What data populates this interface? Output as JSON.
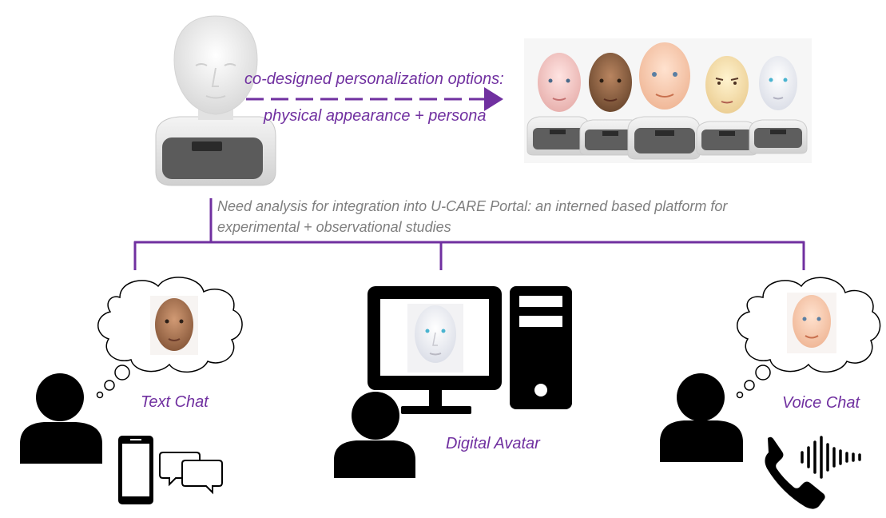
{
  "header": {
    "personalization_line1": "co-designed personalization options:",
    "personalization_line2": "physical appearance + persona"
  },
  "need_analysis": {
    "line1": "Need analysis for integration into U-CARE Portal: an interned based platform for",
    "line2": "experimental + observational studies"
  },
  "modalities": {
    "text_chat": "Text Chat",
    "digital_avatar": "Digital Avatar",
    "voice_chat": "Voice Chat"
  },
  "colors": {
    "accent": "#7030a0",
    "note_gray": "#7f7f7f",
    "icon_black": "#000000"
  },
  "icons": [
    "robot-head-photo",
    "robot-variants-photo",
    "person-icon",
    "smartphone-icon",
    "chat-bubbles-icon",
    "desktop-computer-icon",
    "phone-icon",
    "sound-wave-icon",
    "thought-cloud-icon"
  ]
}
